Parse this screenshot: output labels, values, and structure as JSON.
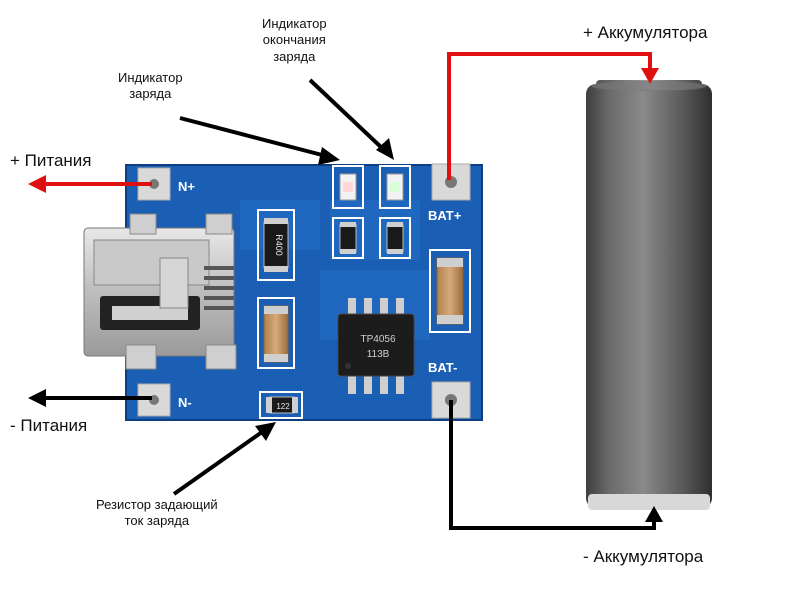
{
  "labels": {
    "power_plus": "+ Питания",
    "power_minus": "- Питания",
    "battery_plus": "+ Аккумулятора",
    "battery_minus": "- Аккумулятора",
    "charge_indicator": [
      "Индикатор",
      "заряда"
    ],
    "charge_end_indicator": [
      "Индикатор",
      "окончания",
      "заряда"
    ],
    "charge_resistor": [
      "Резистор задающий",
      "ток заряда"
    ]
  },
  "board": {
    "pad_n_plus": "N+",
    "pad_n_minus": "N-",
    "pad_bat_plus": "BAT+",
    "pad_bat_minus": "BAT-",
    "chip_marking": [
      "TP4056",
      "113B"
    ],
    "resistor_r400": "R400",
    "resistor_122": "122"
  },
  "colors": {
    "positive_wire": "#e01010",
    "negative_wire": "#000000",
    "board_blue": "#1a5fb4",
    "battery_grey": "#6b6b6b"
  }
}
